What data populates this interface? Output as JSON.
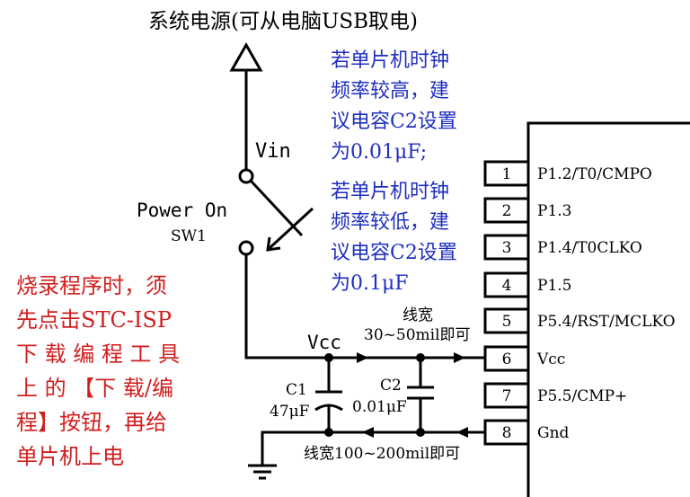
{
  "title": "系统电源(可从电脑USB取电)",
  "vin_label": "Vin",
  "power_on_label": "Power On",
  "sw_label": "SW1",
  "vcc_label": "Vcc",
  "note_blue": {
    "high": [
      "若单片机时钟",
      "频率较高，建",
      "议电容C2设置",
      "为0.01μF;"
    ],
    "low": [
      "若单片机时钟",
      "频率较低，建",
      "议电容C2设置",
      "为0.1μF"
    ]
  },
  "note_red": [
    "烧录程序时，须",
    "先点击STC-ISP",
    "下 载 编 程 工 具",
    "上 的 【下 载/编",
    "程】按钮，再给",
    "单片机上电"
  ],
  "trace_top": [
    "线宽",
    "30~50mil即可"
  ],
  "trace_bottom": "线宽100~200mil即可",
  "c1": {
    "name": "C1",
    "value": "47μF"
  },
  "c2": {
    "name": "C2",
    "value": "0.01μF"
  },
  "pins": [
    {
      "num": "1",
      "name": "P1.2/T0/CMPO"
    },
    {
      "num": "2",
      "name": "P1.3"
    },
    {
      "num": "3",
      "name": "P1.4/T0CLKO"
    },
    {
      "num": "4",
      "name": "P1.5"
    },
    {
      "num": "5",
      "name": "P5.4/RST/MCLKO"
    },
    {
      "num": "6",
      "name": "Vcc"
    },
    {
      "num": "7",
      "name": "P5.5/CMP+"
    },
    {
      "num": "8",
      "name": "Gnd"
    }
  ]
}
